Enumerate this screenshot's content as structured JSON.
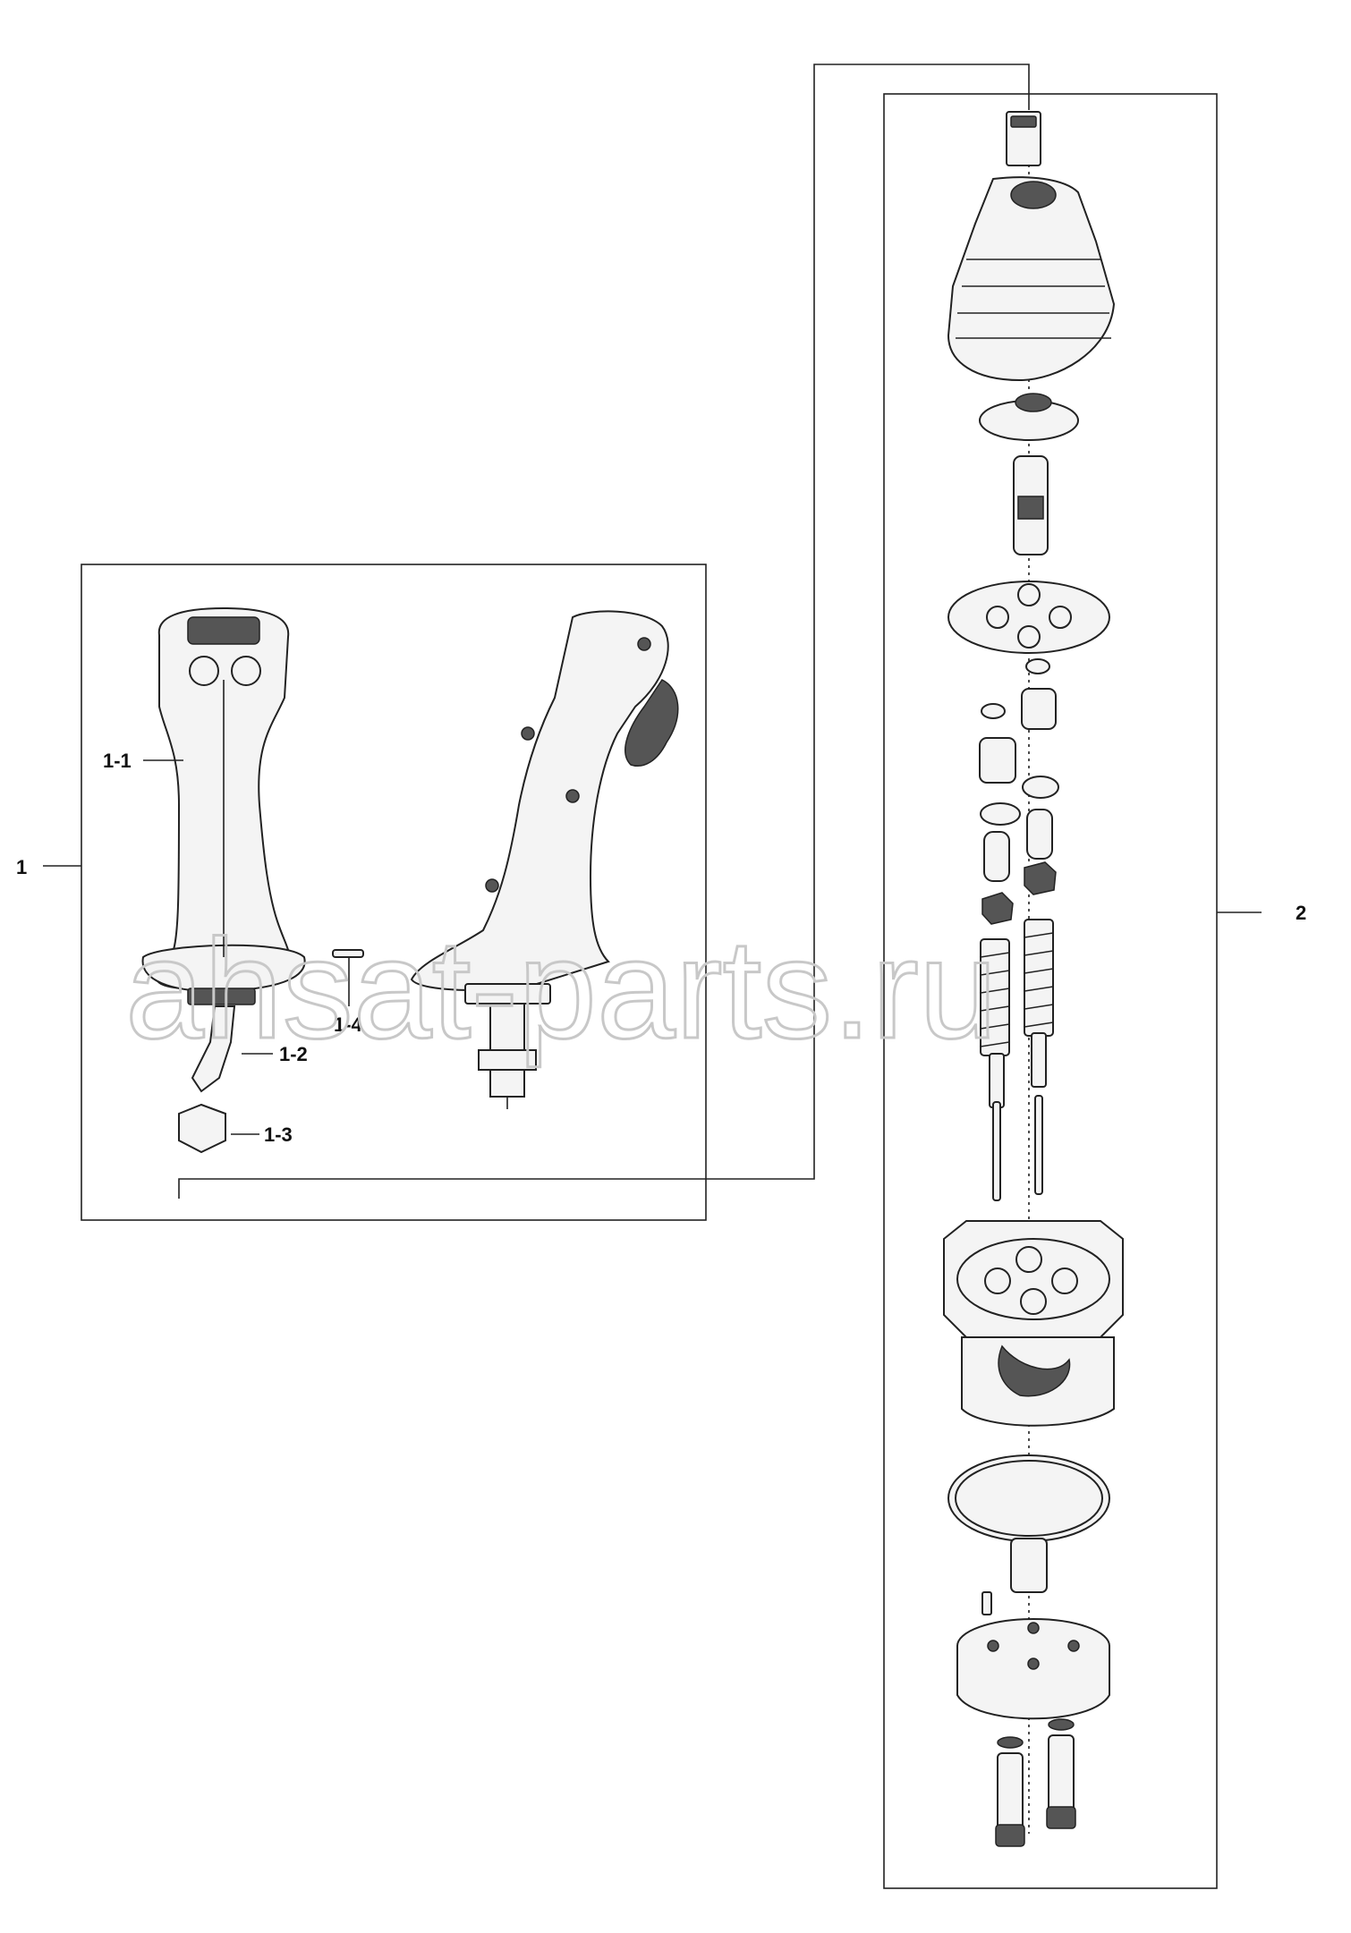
{
  "labels": {
    "assembly_1": "1",
    "part_1_1": "1-1",
    "part_1_2": "1-2",
    "part_1_3": "1-3",
    "part_1_4": "1-4",
    "assembly_2": "2"
  },
  "watermark": "ahsat-parts.ru"
}
